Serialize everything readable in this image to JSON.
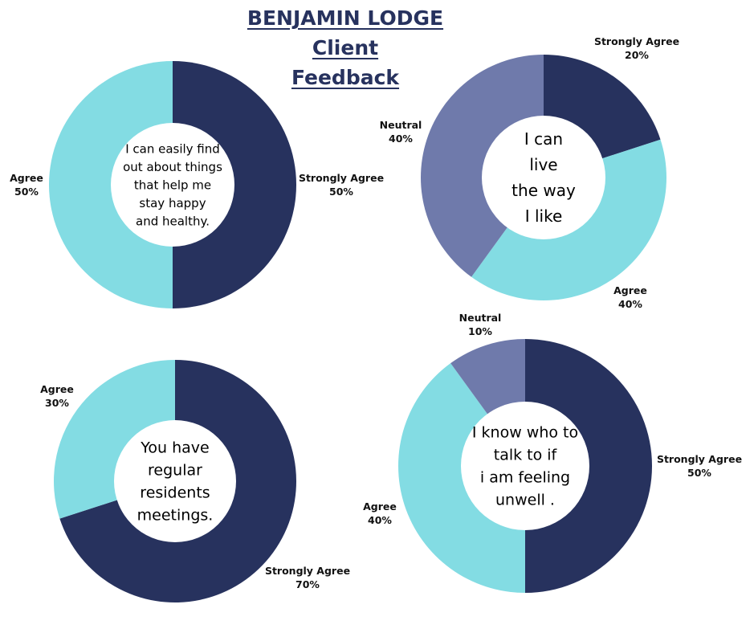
{
  "header": {
    "line1": "BENJAMIN LODGE",
    "line2": "Client",
    "line3": "Feedback"
  },
  "colors": {
    "strongly_agree": "#27325e",
    "agree": "#83dce3",
    "neutral": "#6f7aab"
  },
  "chart_data": [
    {
      "type": "pie",
      "center_text": [
        "I can easily find",
        "out about things",
        "that help me",
        "stay happy",
        "and healthy."
      ],
      "categories": [
        "Strongly Agree",
        "Agree"
      ],
      "values": [
        50,
        50
      ],
      "value_labels": [
        "50%",
        "50%"
      ]
    },
    {
      "type": "pie",
      "center_text": [
        "I can",
        "live",
        "the way",
        "I like"
      ],
      "categories": [
        "Strongly Agree",
        "Agree",
        "Neutral"
      ],
      "values": [
        20,
        40,
        40
      ],
      "value_labels": [
        "20%",
        "40%",
        "40%"
      ]
    },
    {
      "type": "pie",
      "center_text": [
        "You have",
        "regular",
        "residents",
        "meetings."
      ],
      "categories": [
        "Strongly Agree",
        "Agree"
      ],
      "values": [
        70,
        30
      ],
      "value_labels": [
        "70%",
        "30%"
      ]
    },
    {
      "type": "pie",
      "center_text": [
        "I know who to",
        "talk to if",
        "i am feeling",
        "unwell ."
      ],
      "categories": [
        "Strongly Agree",
        "Agree",
        "Neutral"
      ],
      "values": [
        50,
        40,
        10
      ],
      "value_labels": [
        "50%",
        "40%",
        "10%"
      ]
    }
  ]
}
